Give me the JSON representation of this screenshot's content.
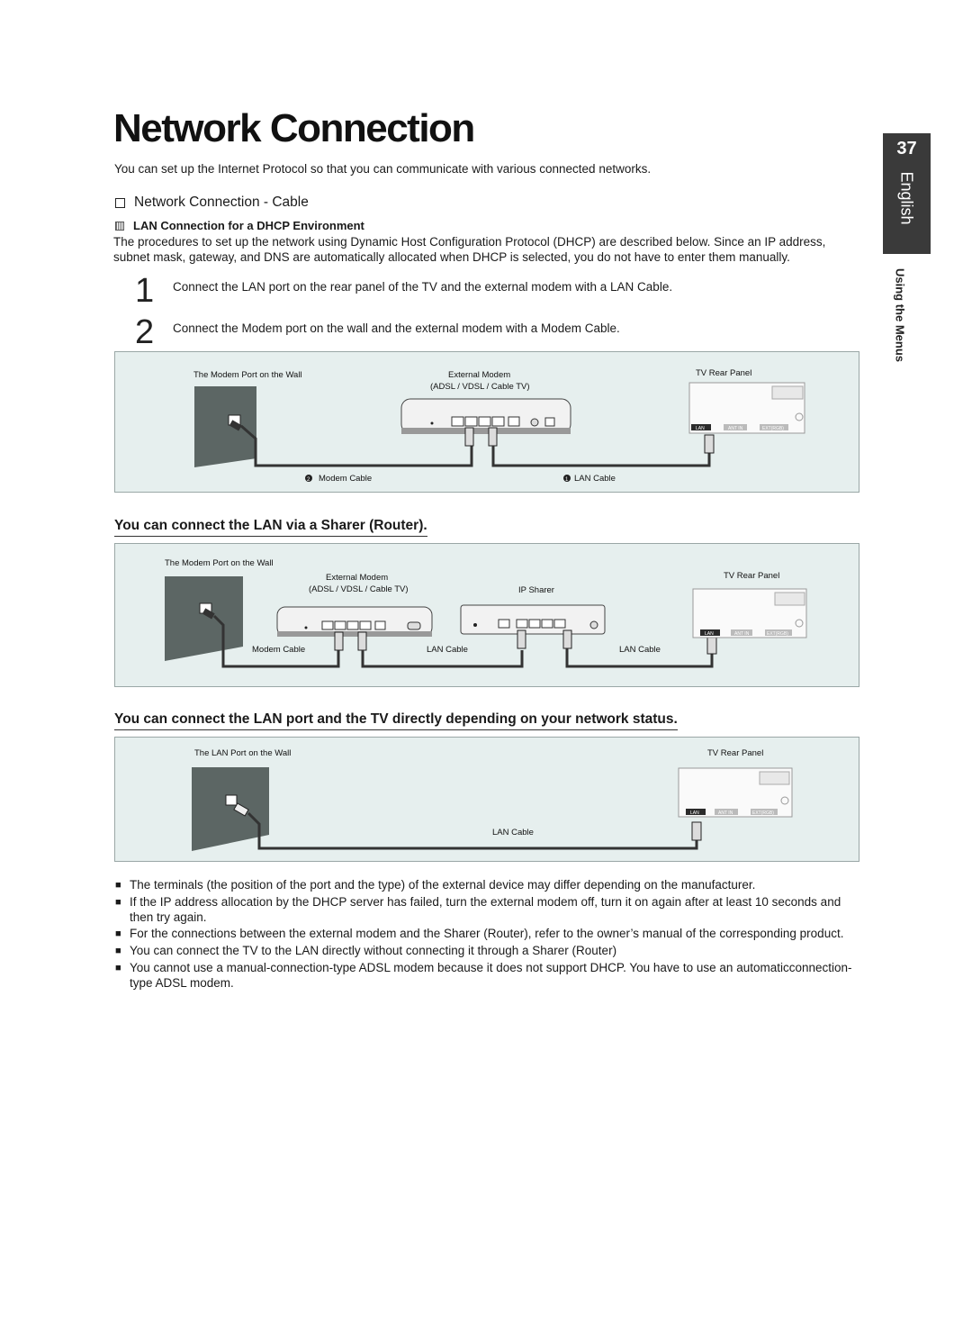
{
  "page": {
    "title": "Network Connection",
    "intro": "You can set up the Internet Protocol so that you can communicate with various connected networks.",
    "page_number": "37",
    "language_tab": "English",
    "side_section": "Using the Menus"
  },
  "section": {
    "heading": "Network Connection - Cable",
    "note_heading": "LAN Connection for a DHCP Environment",
    "paragraph": "The procedures to set up the network using Dynamic Host Configuration Protocol (DHCP) are described below. Since an IP address, subnet mask, gateway, and DNS are automatically allocated when DHCP is selected, you do not have to enter them manually.",
    "steps": [
      {
        "num": "1",
        "text": "Connect the LAN port on the rear panel of the TV and the external modem with a LAN Cable."
      },
      {
        "num": "2",
        "text": "Connect the Modem port on the wall and the external modem with a Modem Cable."
      }
    ]
  },
  "diagram1": {
    "wall_label": "The Modem Port on the Wall",
    "modem_label": "External Modem",
    "modem_sub": "(ADSL / VDSL / Cable TV)",
    "tv_label": "TV Rear Panel",
    "cable2_label": "Modem Cable",
    "cable1_label": "LAN Cable",
    "marker2": "2",
    "marker1": "1",
    "tv_ports": [
      "LAN",
      "ANT IN",
      "EXT(RGB)"
    ]
  },
  "sharer_heading": "You can connect the LAN via a Sharer (Router).",
  "diagram2": {
    "wall_label": "The Modem Port on the Wall",
    "modem_label": "External Modem",
    "modem_sub": "(ADSL / VDSL / Cable TV)",
    "sharer_label": "IP Sharer",
    "tv_label": "TV Rear Panel",
    "cable_a": "Modem Cable",
    "cable_b": "LAN Cable",
    "cable_c": "LAN Cable",
    "tv_ports": [
      "LAN",
      "ANT IN",
      "EXT(RGB)"
    ]
  },
  "direct_heading": "You can connect the LAN port and the TV directly depending on your network status.",
  "diagram3": {
    "wall_label": "The LAN Port on the Wall",
    "tv_label": "TV Rear Panel",
    "cable_label": "LAN Cable",
    "tv_ports": [
      "LAN",
      "ANT IN",
      "EXT(RGB)"
    ]
  },
  "bullets": [
    "The terminals (the position of the port and the type) of the external device may differ depending on the manufacturer.",
    "If the IP address allocation by the DHCP server has failed, turn the external modem off, turn it on again after at least 10 seconds and then try again.",
    "For the connections between the external modem and the Sharer (Router), refer to the owner’s manual of the corresponding product.",
    "You can connect the TV to the LAN directly without connecting it through a Sharer (Router)",
    "You cannot use a manual-connection-type ADSL modem because it does not support DHCP. You have to use an automaticconnection-type ADSL modem."
  ],
  "bullet_symbol": "■"
}
